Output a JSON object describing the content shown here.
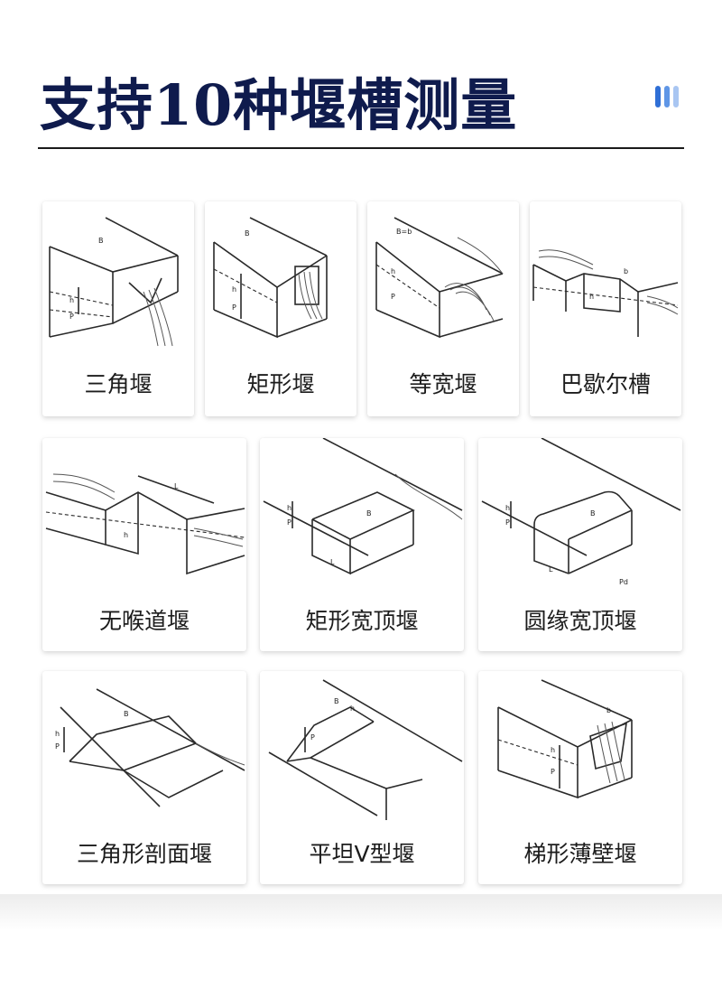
{
  "header": {
    "title": "支持10种堰槽测量",
    "accent_colors": [
      "#2f6fd6",
      "#5f96e6",
      "#a9c6f2"
    ]
  },
  "weirs": [
    {
      "label": "三角堰"
    },
    {
      "label": "矩形堰"
    },
    {
      "label": "等宽堰"
    },
    {
      "label": "巴歇尔槽"
    },
    {
      "label": "无喉道堰"
    },
    {
      "label": "矩形宽顶堰"
    },
    {
      "label": "圆缘宽顶堰"
    },
    {
      "label": "三角形剖面堰"
    },
    {
      "label": "平坦V型堰"
    },
    {
      "label": "梯形薄壁堰"
    }
  ],
  "diagram_marks": {
    "B": "B",
    "Bb": "B=b",
    "b": "b",
    "h": "h",
    "p": "P",
    "pd": "Pd",
    "L": "L"
  }
}
